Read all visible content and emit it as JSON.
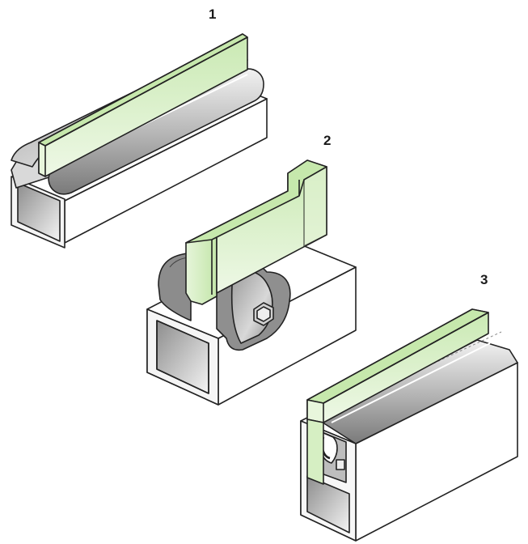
{
  "callouts": [
    "1",
    "2",
    "3"
  ],
  "colors": {
    "outline": "#222222",
    "green_face": "#d6efc3",
    "green_top": "#c7e8ad",
    "metal_light": "#e6e6e6",
    "metal_mid": "#b9b9b9",
    "metal_dark": "#7d7d7d",
    "box_white": "#ffffff"
  },
  "icons": [
    "seal-profile-1",
    "clamp-mount-2",
    "seal-profile-3"
  ]
}
